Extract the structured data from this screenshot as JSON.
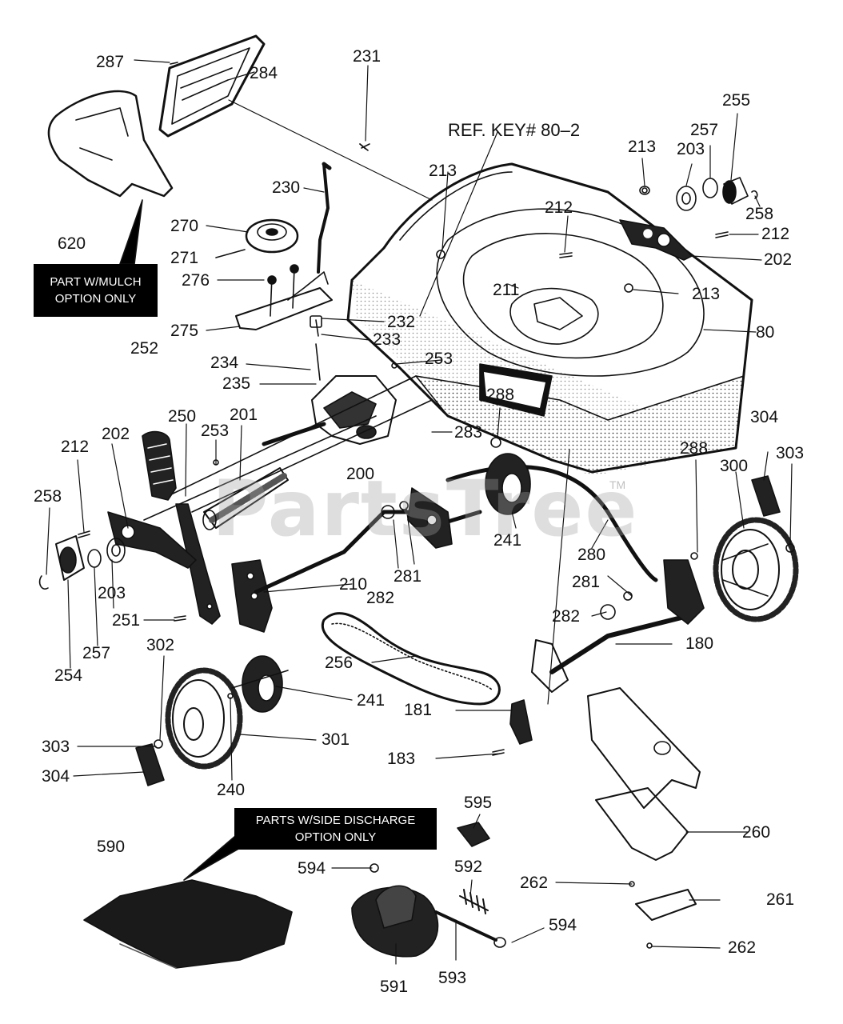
{
  "reference": "REF. KEY# 80–2",
  "notes": {
    "mulch": [
      "PART W/MULCH",
      "OPTION ONLY"
    ],
    "side_discharge": [
      "PARTS W/SIDE DISCHARGE",
      "OPTION ONLY"
    ]
  },
  "watermark": {
    "text": "PartsTree",
    "mark": "TM"
  },
  "callouts": [
    {
      "id": "287",
      "text": "287"
    },
    {
      "id": "284",
      "text": "284"
    },
    {
      "id": "231",
      "text": "231"
    },
    {
      "id": "620",
      "text": "620"
    },
    {
      "id": "230",
      "text": "230"
    },
    {
      "id": "270",
      "text": "270"
    },
    {
      "id": "271",
      "text": "271"
    },
    {
      "id": "276",
      "text": "276"
    },
    {
      "id": "275",
      "text": "275"
    },
    {
      "id": "252",
      "text": "252"
    },
    {
      "id": "234",
      "text": "234"
    },
    {
      "id": "235",
      "text": "235"
    },
    {
      "id": "232",
      "text": "232"
    },
    {
      "id": "233",
      "text": "233"
    },
    {
      "id": "253a",
      "text": "253"
    },
    {
      "id": "213a",
      "text": "213"
    },
    {
      "id": "211",
      "text": "211"
    },
    {
      "id": "212a",
      "text": "212"
    },
    {
      "id": "213b",
      "text": "213"
    },
    {
      "id": "203a",
      "text": "203"
    },
    {
      "id": "257a",
      "text": "257"
    },
    {
      "id": "255",
      "text": "255"
    },
    {
      "id": "258a",
      "text": "258"
    },
    {
      "id": "212b",
      "text": "212"
    },
    {
      "id": "202a",
      "text": "202"
    },
    {
      "id": "213c",
      "text": "213"
    },
    {
      "id": "80",
      "text": "80"
    },
    {
      "id": "288a",
      "text": "288"
    },
    {
      "id": "283",
      "text": "283"
    },
    {
      "id": "250",
      "text": "250"
    },
    {
      "id": "201",
      "text": "201"
    },
    {
      "id": "253b",
      "text": "253"
    },
    {
      "id": "200",
      "text": "200"
    },
    {
      "id": "202b",
      "text": "202"
    },
    {
      "id": "212c",
      "text": "212"
    },
    {
      "id": "258b",
      "text": "258"
    },
    {
      "id": "203b",
      "text": "203"
    },
    {
      "id": "257b",
      "text": "257"
    },
    {
      "id": "254",
      "text": "254"
    },
    {
      "id": "251",
      "text": "251"
    },
    {
      "id": "210",
      "text": "210"
    },
    {
      "id": "282a",
      "text": "282"
    },
    {
      "id": "281a",
      "text": "281"
    },
    {
      "id": "241a",
      "text": "241"
    },
    {
      "id": "280",
      "text": "280"
    },
    {
      "id": "304a",
      "text": "304"
    },
    {
      "id": "303a",
      "text": "303"
    },
    {
      "id": "288b",
      "text": "288"
    },
    {
      "id": "300",
      "text": "300"
    },
    {
      "id": "281b",
      "text": "281"
    },
    {
      "id": "282b",
      "text": "282"
    },
    {
      "id": "180",
      "text": "180"
    },
    {
      "id": "256",
      "text": "256"
    },
    {
      "id": "302",
      "text": "302"
    },
    {
      "id": "241b",
      "text": "241"
    },
    {
      "id": "181",
      "text": "181"
    },
    {
      "id": "303b",
      "text": "303"
    },
    {
      "id": "301",
      "text": "301"
    },
    {
      "id": "183",
      "text": "183"
    },
    {
      "id": "304b",
      "text": "304"
    },
    {
      "id": "240",
      "text": "240"
    },
    {
      "id": "595",
      "text": "595"
    },
    {
      "id": "590",
      "text": "590"
    },
    {
      "id": "594a",
      "text": "594"
    },
    {
      "id": "592",
      "text": "592"
    },
    {
      "id": "260",
      "text": "260"
    },
    {
      "id": "262a",
      "text": "262"
    },
    {
      "id": "261",
      "text": "261"
    },
    {
      "id": "594b",
      "text": "594"
    },
    {
      "id": "591",
      "text": "591"
    },
    {
      "id": "593",
      "text": "593"
    },
    {
      "id": "262b",
      "text": "262"
    }
  ]
}
